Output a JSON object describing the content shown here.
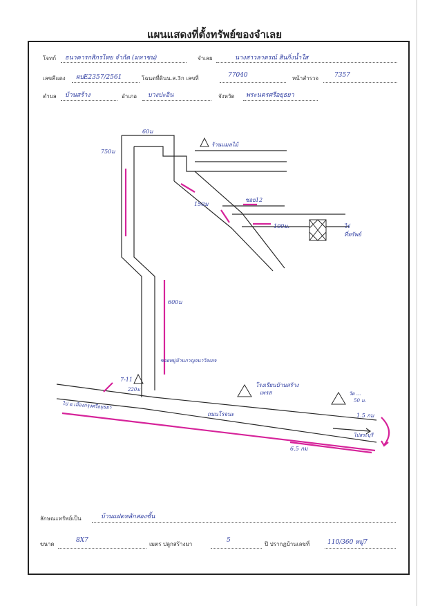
{
  "title": "แผนแสดงที่ตั้งทรัพย์ของจำเลย",
  "form": {
    "plaintiff_label": "โจทก์",
    "plaintiff_value": "ธนาคารกสิกรไทย จำกัด (มหาชน)",
    "defendant_label": "จำเลย",
    "defendant_value": "นางสาวลาดรณ์ สินกิ่งน้ำใส",
    "deed_label": "เลขคีแดง",
    "deed_value": "ผบE2357/2561",
    "land_deed_label": "โฉนดที่ดินน.ส.3ก เลขที่",
    "land_deed_value": "77040",
    "survey_label": "หน้าสำรวจ",
    "survey_value": "7357",
    "subdistrict_label": "ตำบล",
    "subdistrict_value": "บ้านสร้าง",
    "district_label": "อำเภอ",
    "district_value": "บางปะอิน",
    "province_label": "จังหวัด",
    "province_value": "พระนครศรีอยุธยา",
    "property_label": "ลักษณะทรัพย์เป็น",
    "property_value": "บ้านแฝดหลักสองชั้น",
    "size_label": "ขนาด",
    "size_value": "8X7",
    "built_label": "เมตร ปลูกสร้างมา",
    "built_value": "5",
    "address_label": "ปี ปรากฏบ้านเลขที่",
    "address_value": "110/360 หมู่7"
  },
  "map": {
    "labels": {
      "top_segment": "60ม",
      "left_segment": "750ม",
      "shop": "ร้านแมลไม้",
      "soi12": "ซอย12",
      "diag_segment": "150ม",
      "dist_100": "100ม.",
      "ya_label": "ไร่",
      "house_label": "ที่ทรัพย์",
      "vertical_segment": "600ม",
      "soi_name": "ซอยหมู่บ้านกาญจนาวิลเลจ",
      "point_711": "7-11",
      "dist_220": "220ม",
      "school": "โรงเรียนบ้านสร้าง",
      "school_sub": "เพรส",
      "left_dest": "ไป อ.เมืองกรุงศรีอยุธยา",
      "road_name": "ถนนโรจนะ",
      "temple": "วัด ...",
      "temple_sub": "50 ม.",
      "dist_15": "1.5 กม",
      "right_dest": "ไปสระบุรี",
      "dist_65": "6.5 กม"
    },
    "colors": {
      "ink": "#2b3aa0",
      "road": "#2a2a2a",
      "highlight": "#d6239a"
    }
  }
}
